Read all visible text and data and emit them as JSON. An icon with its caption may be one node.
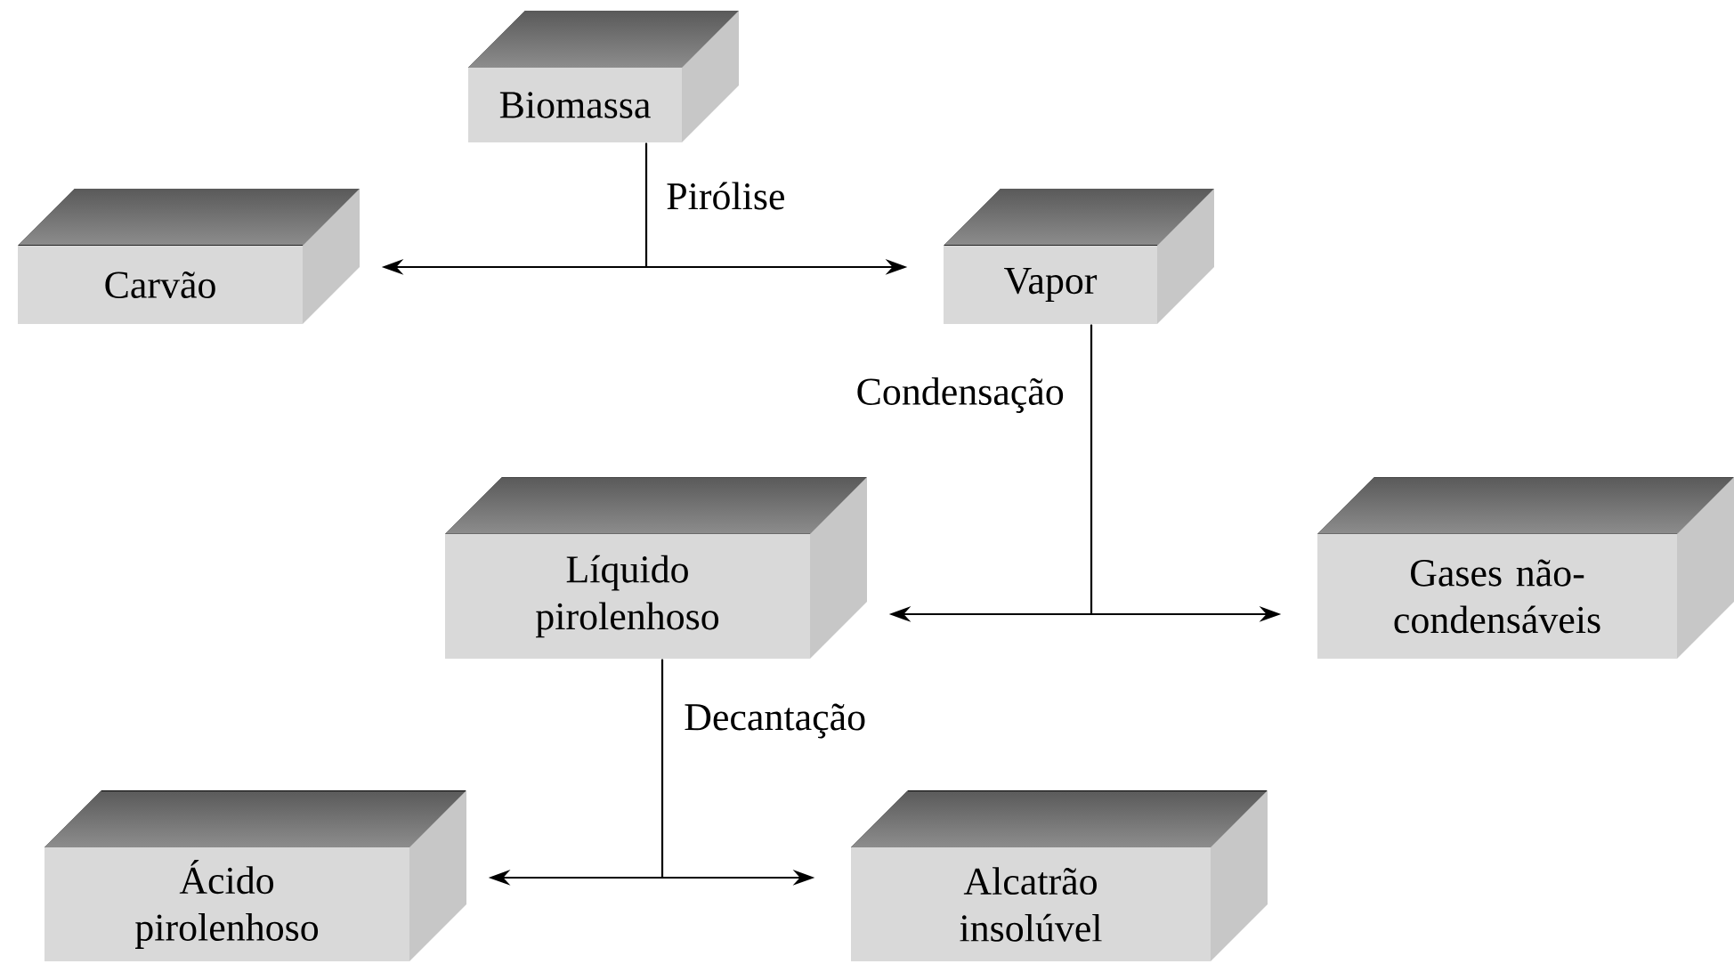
{
  "diagram": {
    "nodes": [
      {
        "text": [
          "Biomassa"
        ]
      },
      {
        "text": [
          "Carvão"
        ]
      },
      {
        "text": [
          "Vapor"
        ]
      },
      {
        "text": [
          "Líquido pirolenhoso"
        ]
      },
      {
        "text": [
          "Gases não-condensáveis"
        ]
      },
      {
        "text": [
          "Ácido pirolenhoso"
        ]
      },
      {
        "text": [
          "Alcatrão insolúvel"
        ]
      }
    ],
    "edges": [
      {
        "from": 0,
        "to": 1,
        "arrow": "to",
        "label": "Pirólise"
      },
      {
        "from": 0,
        "to": 2,
        "arrow": "to"
      },
      {
        "from": 2,
        "to": 3,
        "arrow": "to",
        "label": "Condensação"
      },
      {
        "from": 2,
        "to": 4,
        "arrow": "to"
      },
      {
        "from": 3,
        "to": 5,
        "arrow": "to",
        "label": "Decantação"
      },
      {
        "from": 3,
        "to": 6,
        "arrow": "to"
      }
    ]
  }
}
